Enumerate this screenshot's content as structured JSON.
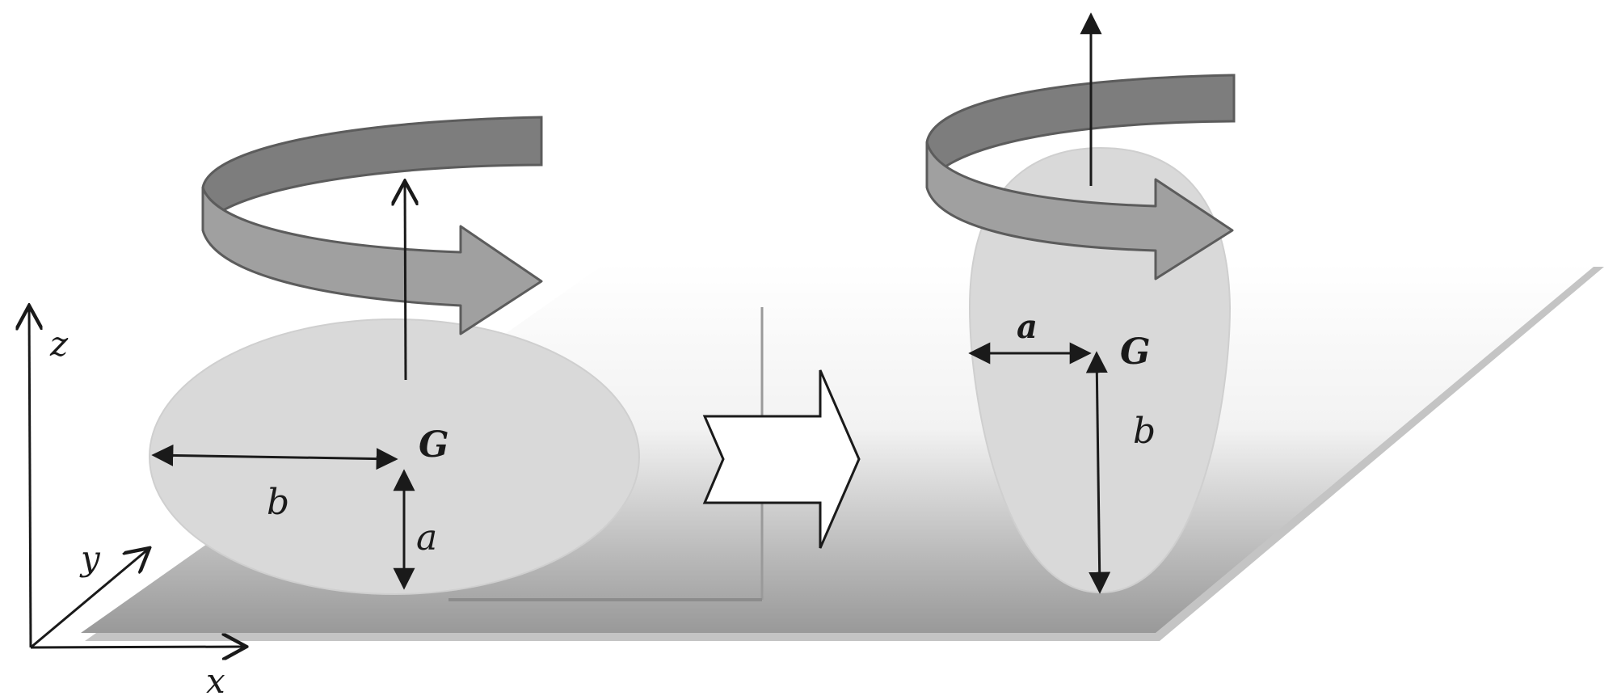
{
  "axes": {
    "x_label": "x",
    "y_label": "y",
    "z_label": "z"
  },
  "left_body": {
    "center_label": "G",
    "semi_axis_horizontal_label": "b",
    "semi_axis_vertical_label": "a"
  },
  "right_body": {
    "center_label": "G",
    "semi_axis_horizontal_label": "a",
    "semi_axis_vertical_label": "b"
  },
  "colors": {
    "ellipsoid_fill": "#d9d9d9",
    "rotation_band_dark": "#7f7f7f",
    "rotation_band_light": "#a3a3a3",
    "rotation_band_stroke": "#5c5c5c",
    "plane_dark": "#9a9a9a",
    "plane_edge": "#bdbdbd",
    "arrow_ink": "#1a1a1a",
    "transition_arrow_fill": "#ffffff"
  },
  "icons": {
    "rotation": "curved-rotation-arrow-icon",
    "transition": "chevron-right-block-arrow-icon"
  }
}
